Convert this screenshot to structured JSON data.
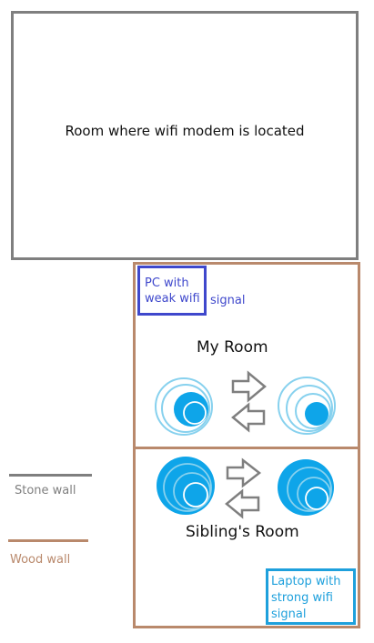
{
  "rooms": {
    "modem_room": "Room where wifi modem is located",
    "my_room": "My Room",
    "sibling_room": "Sibling's Room"
  },
  "devices": {
    "pc_line1": "PC with",
    "pc_line2": "weak wifi",
    "pc_line3": "signal",
    "laptop_line1": "Laptop with",
    "laptop_line2": "strong wifi",
    "laptop_line3": "signal"
  },
  "legend": {
    "stone_wall": "Stone wall",
    "wood_wall": "Wood wall"
  },
  "colors": {
    "stone_wall": "#7f7f7f",
    "wood_wall": "#b9896c",
    "pc_box": "#3f48cc",
    "laptop_box": "#1ea0dc",
    "signal_fill": "#0ea5e9",
    "signal_ring": "#87d1ee"
  }
}
